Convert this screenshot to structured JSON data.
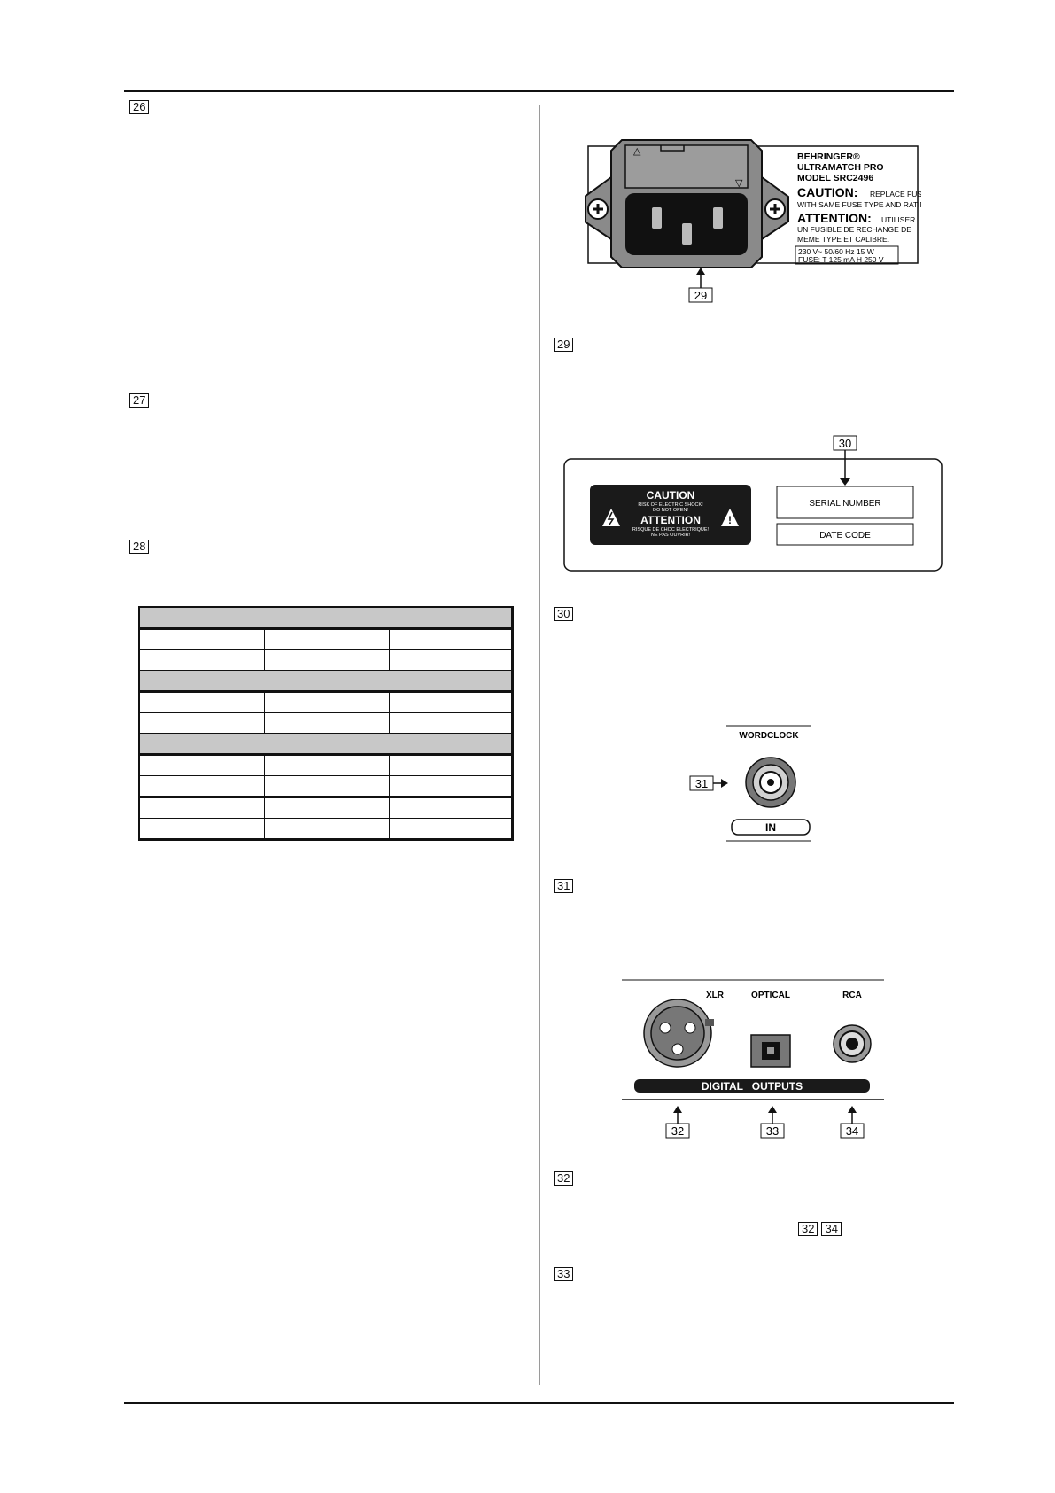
{
  "section_markers": {
    "m26": "26",
    "m27": "27",
    "m28": "28",
    "m29": "29",
    "m30": "30",
    "m31": "31",
    "m32": "32",
    "m33": "33"
  },
  "inline_reference": {
    "from": "32",
    "to": "34"
  },
  "fuse_label": {
    "brand": "BEHRINGER®",
    "product": "ULTRAMATCH PRO",
    "model": "MODEL SRC2496",
    "caution_title": "CAUTION:",
    "caution_line1": "REPLACE FUSE",
    "caution_line2": "WITH SAME FUSE TYPE AND RATING.",
    "attention_title": "ATTENTION:",
    "attention_line1": "UTILISER",
    "attention_line2": "UN FUSIBLE DE RECHANGE DE",
    "attention_line3": "MEME TYPE ET CALIBRE.",
    "rating_line1": "230 V~ 50/60 Hz 15 W",
    "rating_line2": "FUSE: T 125 mA H 250 V",
    "callout": "29"
  },
  "serial_label": {
    "caution": "CAUTION",
    "caution_sub1": "RISK OF ELECTRIC SHOCK!",
    "caution_sub2": "DO NOT OPEN!",
    "attention": "ATTENTION",
    "attention_sub1": "RISQUE DE CHOC ELECTRIQUE!",
    "attention_sub2": "NE PAS OUVRIR!",
    "serial_number": "SERIAL NUMBER",
    "date_code": "DATE CODE",
    "callout": "30"
  },
  "wordclock": {
    "title": "WORDCLOCK",
    "input": "IN",
    "callout": "31"
  },
  "digital_outputs": {
    "xlr": "XLR",
    "optical": "OPTICAL",
    "rca": "RCA",
    "banner": "DIGITAL   OUTPUTS",
    "callout_xlr": "32",
    "callout_optical": "33",
    "callout_rca": "34"
  },
  "colors": {
    "rule": "#111111",
    "divider": "#9a9a9a",
    "table_band": "#c8c8c8",
    "label_dark": "#1a1a1a"
  }
}
